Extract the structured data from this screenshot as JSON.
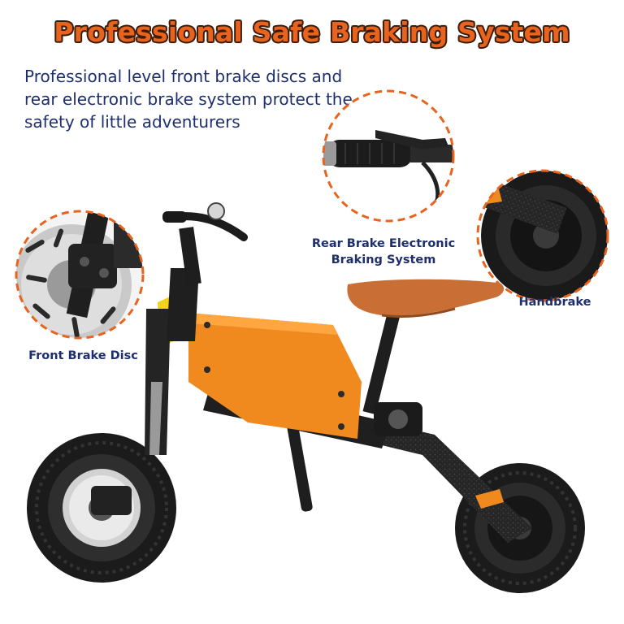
{
  "headline": "Professional Safe Braking System",
  "intro": "Professional level front brake discs and rear electronic brake system protect the safety of little adventurers",
  "callouts": {
    "rear_brake": "Rear Brake Electronic Braking System",
    "handbrake": "Handbrake",
    "front_disc": "Front Brake Disc"
  },
  "colors": {
    "accent_orange": "#e8631e",
    "text_navy": "#1e2f6e",
    "frame_orange": "#f08a1e",
    "saddle_brown": "#c96f35",
    "tire_black": "#1b1b1b"
  },
  "icons": {
    "detail_1": "brake-disc-closeup",
    "detail_2": "handlebar-grip-closeup",
    "detail_3": "rear-hub-motor-closeup"
  }
}
